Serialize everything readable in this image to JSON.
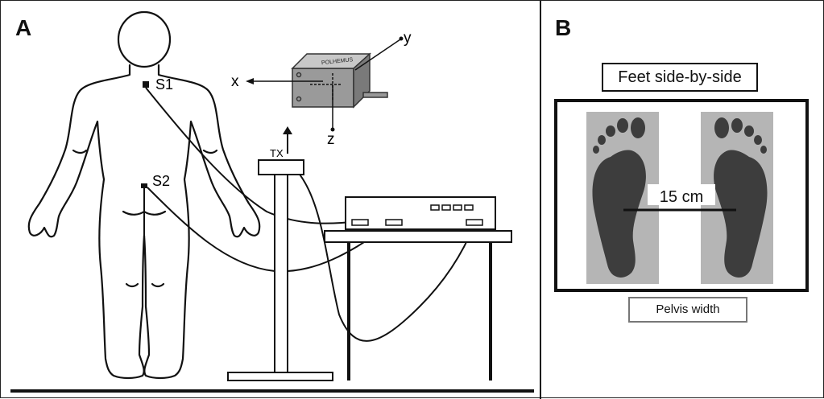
{
  "panel_a": {
    "letter": "A",
    "sensor_labels": [
      "S1",
      "S2"
    ],
    "transmitter_label": "TX",
    "axes": {
      "x": "x",
      "y": "y",
      "z": "z"
    },
    "device_brand": "POLHEMUS"
  },
  "panel_b": {
    "letter": "B",
    "stance_label": "Feet side-by-side",
    "distance_label": "15 cm",
    "width_label": "Pelvis width"
  }
}
